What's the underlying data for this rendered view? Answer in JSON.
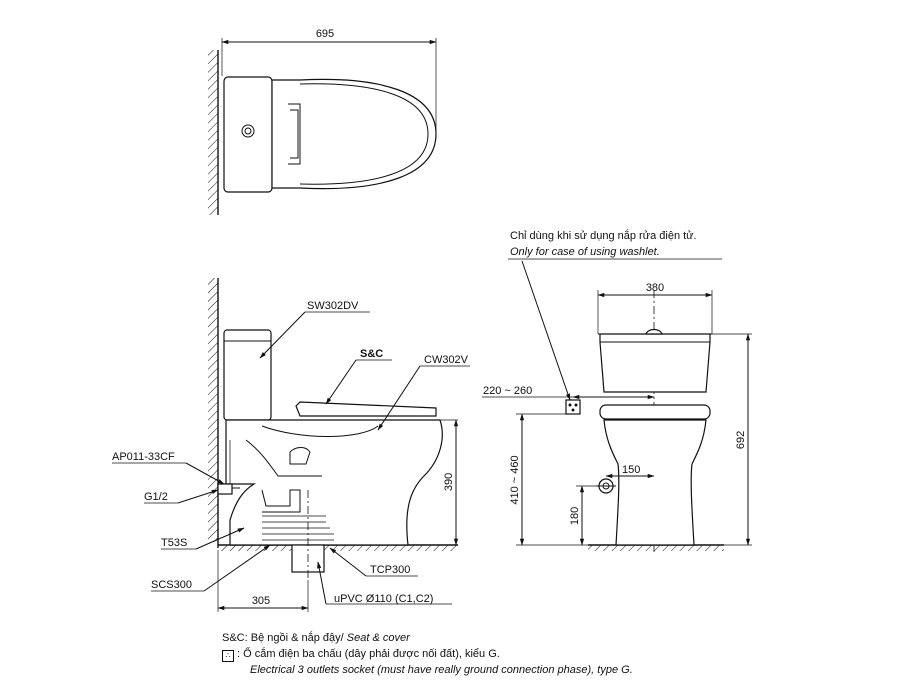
{
  "top_view": {
    "width_dim": "695"
  },
  "side_view": {
    "label_tank": "SW302DV",
    "label_seat": "S&C",
    "label_bowl": "CW302V",
    "label_valve": "AP011-33CF",
    "label_inlet": "G1/2",
    "label_t53": "T53S",
    "label_scs": "SCS300",
    "label_tcp": "TCP300",
    "label_pipe": "uPVC Ø110 (C1,C2)",
    "dim_height": "390",
    "dim_rough_in": "305"
  },
  "front_view": {
    "note_vi": "Chỉ dùng khi sử dụng nắp rửa điện tử.",
    "note_en": "Only for case of using washlet.",
    "dim_width": "380",
    "dim_total_height": "692",
    "dim_socket_offset": "220 ~ 260",
    "dim_socket_height": "410 ~ 460",
    "dim_inlet_offset": "150",
    "dim_inlet_height": "180"
  },
  "legend": {
    "sc_abbr": "S&C",
    "sc_vi": ": Bệ ngồi & nắp đậy/",
    "sc_en": "Seat & cover",
    "socket_icon": "electrical-socket-icon",
    "socket_vi": ": Ổ cắm điện ba chấu (dây phải được nối đất), kiểu G.",
    "socket_en": "Electrical 3 outlets socket (must have really ground connection phase), type G."
  }
}
